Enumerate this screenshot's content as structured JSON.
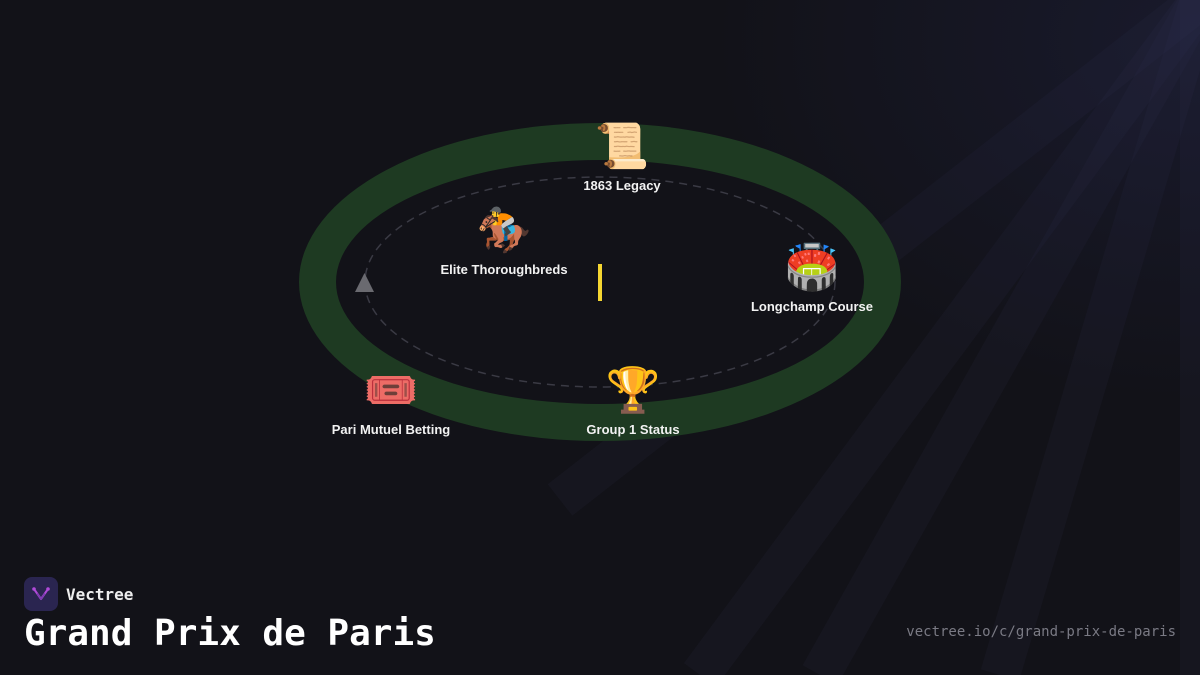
{
  "brand": {
    "name": "Vectree",
    "logo_color": "#b04ad8"
  },
  "title": "Grand Prix de Paris",
  "url": "vectree.io/c/grand-prix-de-paris",
  "colors": {
    "background": "#121218",
    "track": "#1e3a22",
    "dashed_line": "#3a3a44",
    "marker": "#f5d631"
  },
  "nodes": [
    {
      "id": "legacy",
      "label": "1863 Legacy",
      "icon": "scroll-icon",
      "emoji": "📜"
    },
    {
      "id": "thoroughbreds",
      "label": "Elite Thoroughbreds",
      "icon": "horse-racing-icon",
      "emoji": "🏇"
    },
    {
      "id": "longchamp",
      "label": "Longchamp Course",
      "icon": "stadium-icon",
      "emoji": "🏟️"
    },
    {
      "id": "betting",
      "label": "Pari Mutuel Betting",
      "icon": "ticket-icon",
      "emoji": "🎟️"
    },
    {
      "id": "group1",
      "label": "Group 1 Status",
      "icon": "trophy-icon",
      "emoji": "🏆"
    }
  ]
}
